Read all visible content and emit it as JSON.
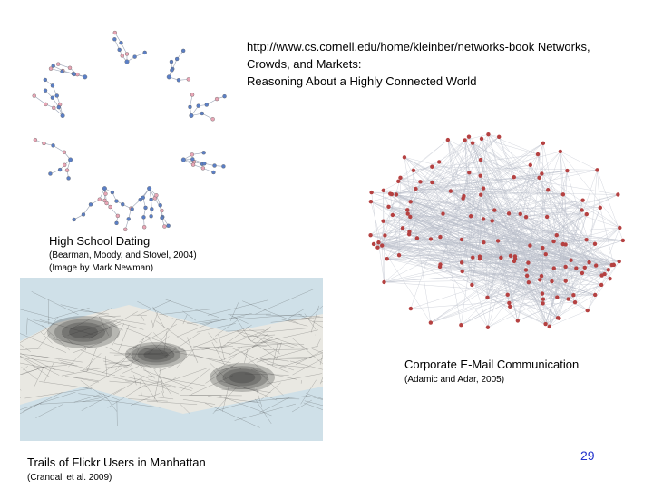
{
  "reference": {
    "line1": "http://www.cs.cornell.edu/home/kleinber/networks-book    Networks,",
    "line2": "Crowds, and Markets:",
    "line3": "Reasoning About a Highly Connected World"
  },
  "figures": {
    "dating": {
      "caption": "High School Dating",
      "source_line1": "(Bearman, Moody, and Stovel, 2004)",
      "source_line2": "(Image by Mark Newman)"
    },
    "email": {
      "caption": "Corporate E-Mail Communication",
      "source": "(Adamic and Adar, 2005)"
    },
    "flickr": {
      "caption": "Trails of Flickr Users in Manhattan",
      "source": "(Crandall et al. 2009)"
    }
  },
  "page_number": "29",
  "colors": {
    "link": "#2233cc",
    "node_blue": "#5b7fc6",
    "node_pink": "#e9a6b6",
    "node_red": "#b54141",
    "edge_gray": "#b9bfc9",
    "map_water": "#cfe0e8",
    "map_land": "#e9e8e2"
  }
}
